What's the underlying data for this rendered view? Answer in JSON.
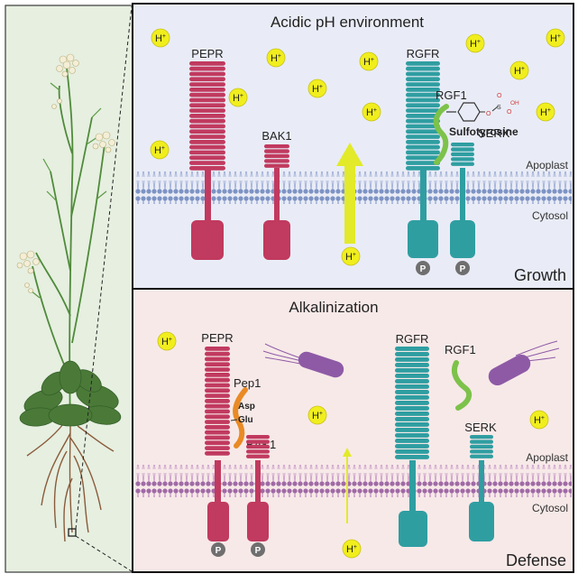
{
  "top_panel": {
    "title": "Acidic pH environment",
    "corner_label": "Growth",
    "background": "#e9ecf6",
    "apoplast_label": "Apoplast",
    "cytosol_label": "Cytosol",
    "receptors": {
      "pepr": "PEPR",
      "bak1": "BAK1",
      "rgfr": "RGFR",
      "serk": "SERK"
    },
    "ligand": "RGF1",
    "modification": "Sulfotyrosine",
    "sulfate_group": {
      "s": "S",
      "o": "O",
      "oh": "OH"
    },
    "proton": "H+",
    "phospho": "P"
  },
  "bottom_panel": {
    "title": "Alkalinization",
    "corner_label": "Defense",
    "background": "#f7e9e8",
    "apoplast_label": "Apoplast",
    "cytosol_label": "Cytosol",
    "receptors": {
      "pepr": "PEPR",
      "bak1": "BAK1",
      "rgfr": "RGFR",
      "serk": "SERK"
    },
    "peptide": "Pep1",
    "residue_1": "Asp",
    "residue_2": "Glu",
    "ligand": "RGF1",
    "proton": "H+",
    "phospho": "P"
  },
  "colors": {
    "pepr": "#c13a5f",
    "rgfr": "#2f9ea1",
    "proton_fill": "#f1ee1e",
    "arrow": "#e2ea2a",
    "rgf1_peptide": "#7dc24a",
    "pep1_peptide": "#e98a25",
    "bacterium": "#8e5aa6",
    "membrane_top": "#7d93c4",
    "membrane_bottom": "#a06aa6",
    "plant_panel": "#e6efe0"
  }
}
